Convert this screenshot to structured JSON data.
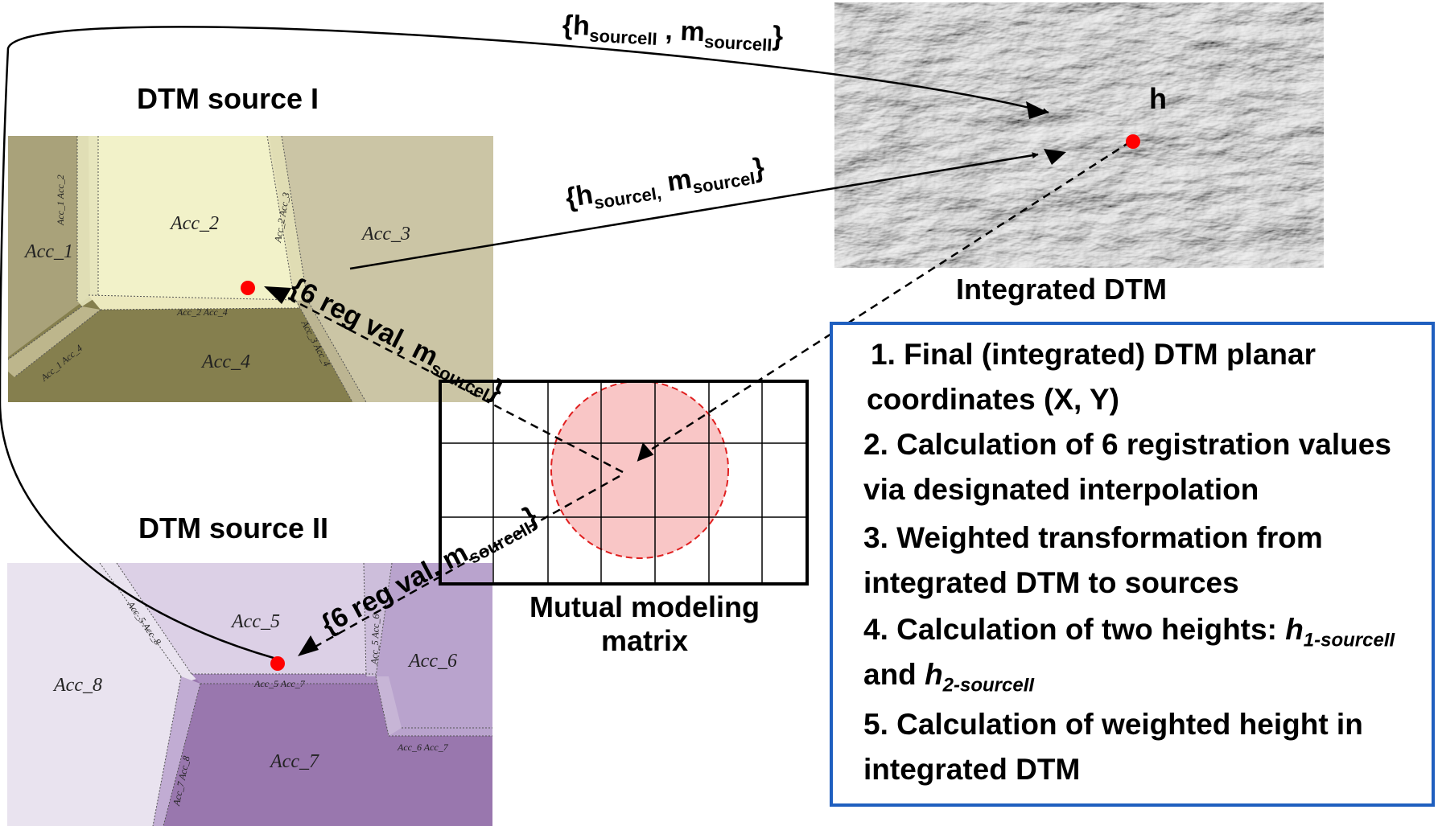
{
  "source1": {
    "title": "DTM source I",
    "areas": [
      "Acc_1",
      "Acc_2",
      "Acc_3",
      "Acc_4"
    ],
    "boundaries": [
      "Acc_1 Acc_2",
      "Acc_2 Acc_3",
      "Acc_2 Acc_4",
      "Acc_1 Acc_4",
      "Acc_3 Acc_4"
    ]
  },
  "source2": {
    "title": "DTM source II",
    "areas": [
      "Acc_5",
      "Acc_6",
      "Acc_7",
      "Acc_8"
    ],
    "boundaries": [
      "Acc_5 Acc_8",
      "Acc_5 Acc_6",
      "Acc_5 Acc_7",
      "Acc_6 Acc_7",
      "Acc_7 Acc_8"
    ]
  },
  "integrated": {
    "title": "Integrated DTM",
    "point_label": "h"
  },
  "matrix": {
    "title_line1": "Mutual modeling",
    "title_line2": "matrix"
  },
  "arrows": {
    "to_integrated_top": {
      "open": "{h",
      "sub1": "sourceII",
      "mid": " , m",
      "sub2": "sourceII",
      "close": "}"
    },
    "to_integrated_mid": {
      "open": "{h",
      "sub1": "sourceI,",
      "mid": " m",
      "sub2": "sourceI",
      "close": "}"
    },
    "to_source1": {
      "text": "{6 reg val, m",
      "sub": "sourceI",
      "close": "}"
    },
    "to_source2": {
      "text": "{6 reg val, m",
      "sub": "sourceII",
      "close": "}"
    }
  },
  "steps": {
    "s1a": "1. Final (integrated) DTM planar",
    "s1b": "coordinates (X, Y)",
    "s2a": "2. Calculation of 6 registration values",
    "s2b": "via designated interpolation",
    "s3a": "3. Weighted transformation from",
    "s3b": "integrated DTM to sources",
    "s4a_text": "4. Calculation of two heights: ",
    "s4a_h": "h",
    "s4a_sub": "1-sourceII",
    "s4b_text": "and ",
    "s4b_h": "h",
    "s4b_sub": "2-sourceII",
    "s5a": "5. Calculation of weighted height in",
    "s5b": "integrated DTM"
  },
  "colors": {
    "source1_light": "#f0f0c8",
    "source1_mid": "#c9c3a2",
    "source1_dark": "#868050",
    "source2_light": "#e8e2ef",
    "source2_mid": "#b9a1cd",
    "source2_dark": "#9876ae",
    "point": "#ff0000",
    "circle_fill": "#f9c6c6",
    "box_border": "#1f5fbf"
  }
}
